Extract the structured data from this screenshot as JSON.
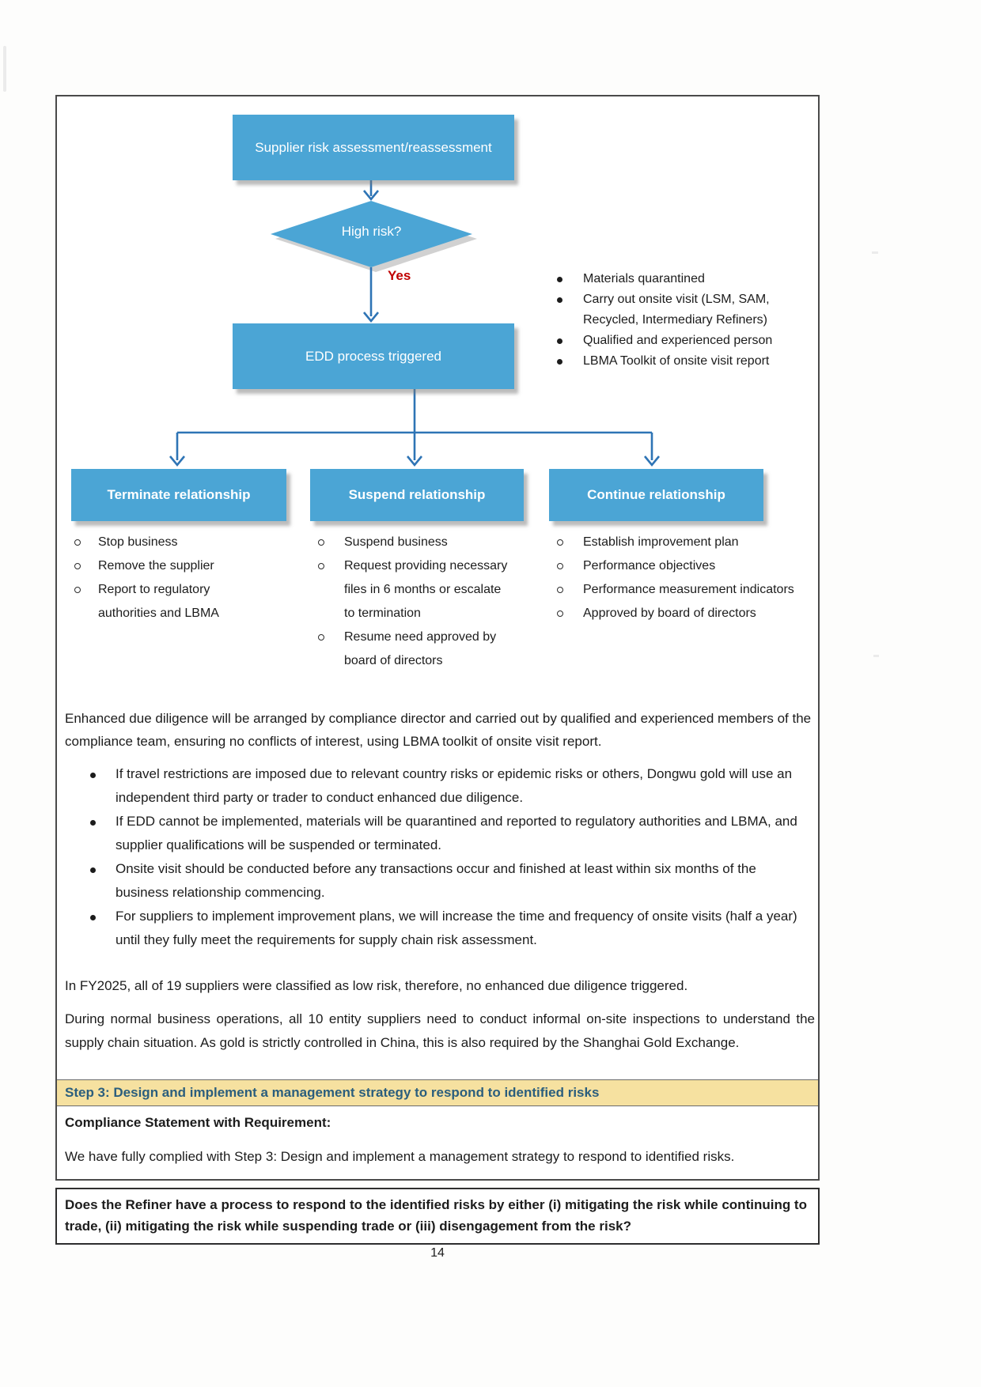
{
  "page": {
    "number": "14"
  },
  "flowchart": {
    "top_box": "Supplier risk assessment/reassessment",
    "decision": "High risk?",
    "decision_yes": "Yes",
    "edd_box": "EDD process triggered",
    "edd_bullets": [
      "Materials quarantined",
      "Carry out onsite visit (LSM, SAM, Recycled, Intermediary Refiners)",
      "Qualified and experienced person",
      "LBMA Toolkit of onsite visit report"
    ],
    "branches": [
      {
        "title": "Terminate relationship",
        "items": [
          "Stop business",
          "Remove the supplier",
          "Report to regulatory authorities and LBMA"
        ]
      },
      {
        "title": "Suspend relationship",
        "items": [
          "Suspend business",
          "Request providing necessary files in 6 months or escalate to termination",
          "Resume need approved by board of directors"
        ]
      },
      {
        "title": "Continue relationship",
        "items": [
          "Establish improvement plan",
          "Performance objectives",
          "Performance measurement indicators",
          "Approved by board of directors"
        ]
      }
    ]
  },
  "content": {
    "intro": "Enhanced due diligence will be arranged by compliance director and carried out by qualified and experienced members of the compliance team, ensuring no conflicts of interest, using LBMA toolkit of onsite visit report.",
    "bullets": [
      "If travel restrictions are imposed due to relevant country risks or epidemic risks or others, Dongwu gold will use an independent third party or trader to conduct enhanced due diligence.",
      "If EDD cannot be implemented, materials will be quarantined and reported to regulatory authorities and LBMA, and supplier qualifications will be suspended or terminated.",
      "Onsite visit should be conducted before any transactions occur and finished at least within six months of the business relationship commencing.",
      "For suppliers to implement improvement plans, we will increase the time and frequency of onsite visits (half a year) until they fully meet the requirements for supply chain risk assessment."
    ],
    "fy_note": "In FY2025, all of 19 suppliers were classified as low risk, therefore, no enhanced due diligence triggered.",
    "operations_note": "During normal business operations, all 10 entity suppliers need to conduct informal on-site inspections to understand the supply chain situation. As gold is strictly controlled in China, this is also required by the Shanghai Gold Exchange."
  },
  "step3": {
    "heading": "Step 3: Design and implement a management strategy to respond to identified risks",
    "compliance_label": "Compliance Statement with Requirement:",
    "compliance_text": "We have fully complied with Step 3: Design and implement a management strategy to respond to identified risks.",
    "question": "Does the Refiner have a process to respond to the identified risks by either (i) mitigating the risk while continuing to trade, (ii) mitigating the risk while suspending trade or (iii) disengagement from the risk?"
  },
  "colors": {
    "box_blue": "#4BA5D5",
    "arrow_blue": "#2E74B5",
    "yes_red": "#C00000",
    "step_bar_bg": "#F6E1A0",
    "step_bar_text": "#2B5E7D"
  }
}
